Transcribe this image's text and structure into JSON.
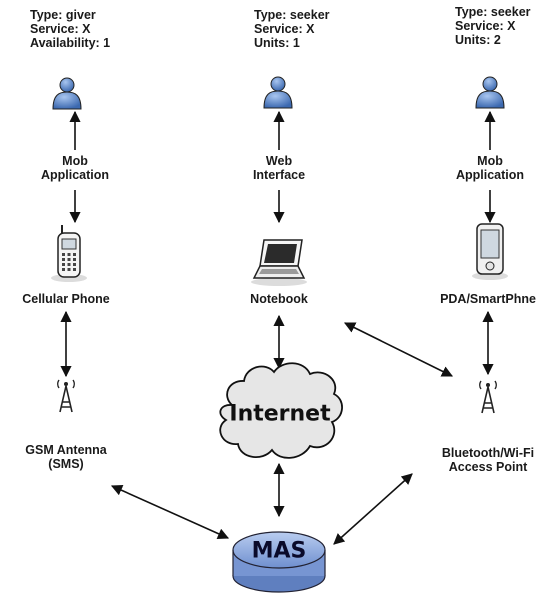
{
  "users": [
    {
      "type": "Type: giver",
      "service": "Service: X",
      "extra": "Availability: 1",
      "icon": "user-icon"
    },
    {
      "type": "Type: seeker",
      "service": "Service: X",
      "extra": "Units: 1",
      "icon": "user-icon"
    },
    {
      "type": "Type: seeker",
      "service": "Service: X",
      "extra": "Units: 2",
      "icon": "user-icon"
    }
  ],
  "interfaces": [
    {
      "line1": "Mob",
      "line2": "Application"
    },
    {
      "line1": "Web",
      "line2": "Interface"
    },
    {
      "line1": "Mob",
      "line2": "Application"
    }
  ],
  "devices": [
    {
      "label": "Cellular Phone",
      "icon": "cellphone-icon"
    },
    {
      "label": "Notebook",
      "icon": "notebook-icon"
    },
    {
      "label": "PDA/SmartPhne",
      "icon": "pda-icon"
    }
  ],
  "access": [
    {
      "line1": "GSM Antenna",
      "line2": "(SMS)",
      "icon": "antenna-icon"
    },
    {
      "line1": "Bluetooth/Wi-Fi",
      "line2": "Access Point",
      "icon": "antenna-icon"
    }
  ],
  "internet": {
    "label": "Internet",
    "icon": "cloud-icon"
  },
  "server": {
    "label": "MAS",
    "icon": "server-disk-icon"
  },
  "colors": {
    "user_blue": "#4f7fc4",
    "disk_blue": "#8aa9de",
    "cloud_gray": "#e6e6e6",
    "arrow": "#111111"
  }
}
